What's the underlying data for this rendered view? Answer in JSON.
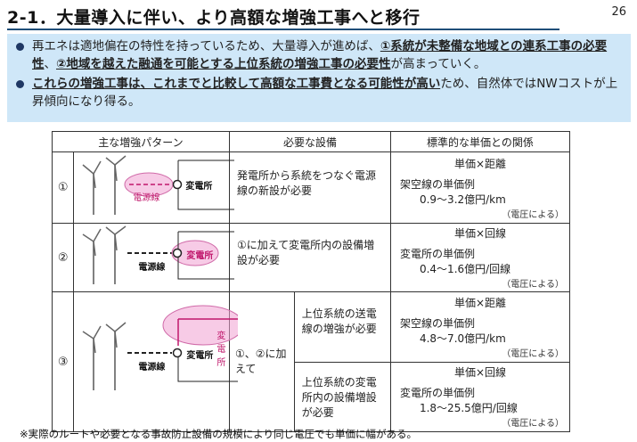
{
  "header": {
    "title": "2-1．大量導入に伴い、より高額な増強工事へと移行",
    "page_number": "26"
  },
  "summary": {
    "bullet1": {
      "t1": "再エネは適地偏在の特性を持っているため、大量導入が進めば、",
      "u1": "①系統が未整備な地域との連系工事の必要性",
      "t2": "、",
      "u2": "②地域を越えた融通を可能とする上位系統の増強工事の必要性",
      "t3": "が高まっていく。"
    },
    "bullet2": {
      "u1": "これらの増強工事は、これまでと比較して高額な工事費となる可能性が高い",
      "t1": "ため、自然体ではNWコストが上昇傾向になり得る。"
    }
  },
  "table": {
    "headers": [
      "主な増強パターン",
      "必要な設備",
      "標準的な単価との関係"
    ],
    "rows": [
      {
        "num": "①",
        "diagram_labels": {
          "line": "電源線",
          "substation": "変電所"
        },
        "equipment": "発電所から系統をつなぐ電源線の新設が必要",
        "price_head": "単価×距離",
        "price_sub": "架空線の単価例",
        "price_val": "0.9～3.2億円/km",
        "price_note": "（電圧による）"
      },
      {
        "num": "②",
        "diagram_labels": {
          "line": "電源線",
          "substation": "変電所"
        },
        "equipment": "①に加えて変電所内の設備増設が必要",
        "price_head": "単価×回線",
        "price_sub": "変電所の単価例",
        "price_val": "0.4～1.6億円/回線",
        "price_note": "（電圧による）"
      },
      {
        "num": "③",
        "diagram_labels": {
          "line": "電源線",
          "substation": "変電所",
          "upper_substation": "変電所"
        },
        "equipment_main": "①、②に加えて",
        "sub": [
          {
            "equipment": "上位系統の送電線の増強が必要",
            "price_head": "単価×距離",
            "price_sub": "架空線の単価例",
            "price_val": "4.8～7.0億円/km",
            "price_note": "（電圧による）"
          },
          {
            "equipment": "上位系統の変電所内の設備増設が必要",
            "price_head": "単価×回線",
            "price_sub": "変電所の単価例",
            "price_val": "1.8～25.5億円/回線",
            "price_note": "（電圧による）"
          }
        ]
      }
    ]
  },
  "footnote": "※実際のルートや必要となる事故防止設備の規模により同じ電圧でも単価に幅がある。",
  "colors": {
    "summary_bg": "#cfe7f8",
    "highlight": "#f0a0d2",
    "title_rule": "#1f4e79"
  }
}
